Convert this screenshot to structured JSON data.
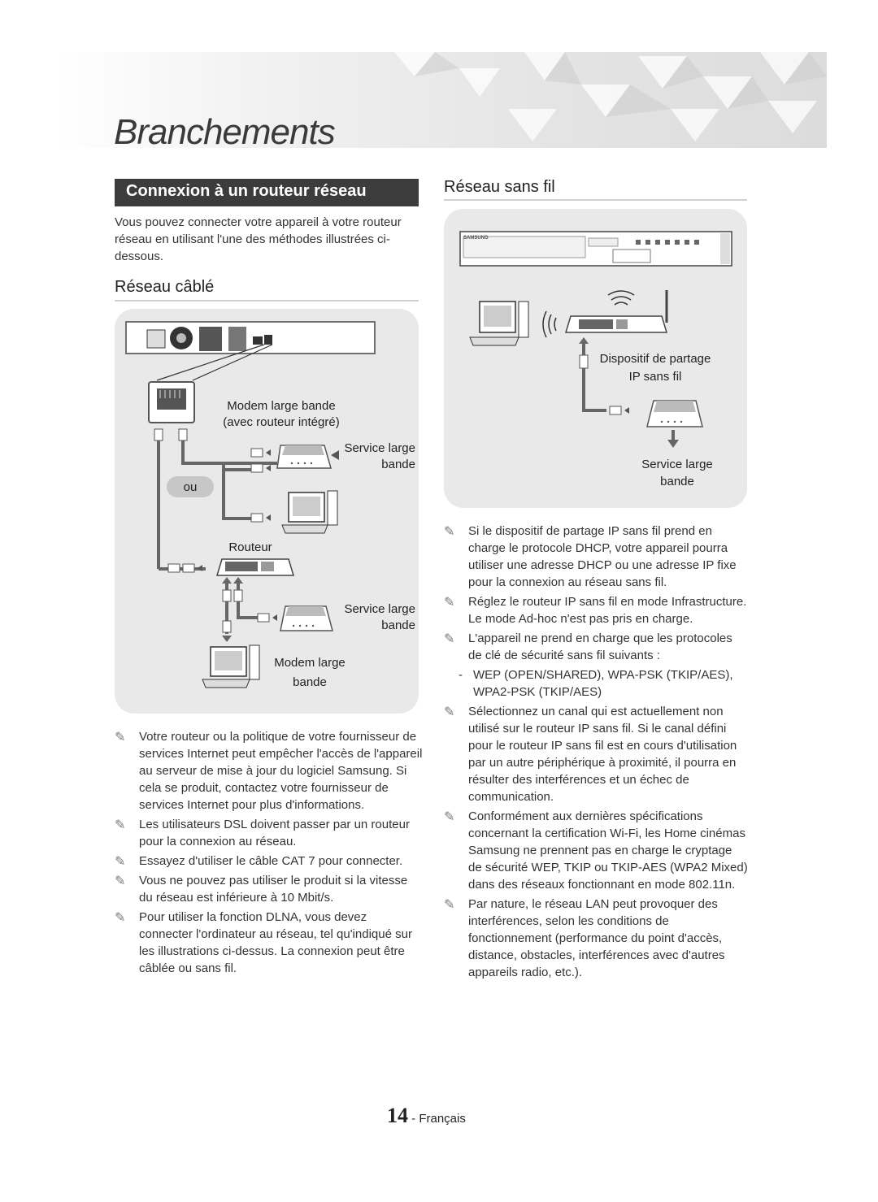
{
  "page": {
    "title": "Branchements",
    "page_number": "14",
    "language": "Français"
  },
  "left": {
    "section_heading": "Connexion à un routeur réseau",
    "intro": "Vous pouvez connecter votre appareil à votre routeur réseau en utilisant l'une des méthodes illustrées ci-dessous.",
    "wired_heading": "Réseau câblé",
    "diagram": {
      "modem_integrated": "Modem large bande (avec routeur intégré)",
      "service_top": "Service large bande",
      "or": "ou",
      "router": "Routeur",
      "service_bottom": "Service large bande",
      "modem": "Modem large bande"
    },
    "notes": [
      "Votre routeur ou la politique de votre fournisseur de services Internet peut empêcher l'accès de l'appareil au serveur de mise à jour du logiciel Samsung. Si cela se produit, contactez votre fournisseur de services Internet pour plus d'informations.",
      "Les utilisateurs DSL doivent passer par un routeur pour la connexion au réseau.",
      "Essayez d'utiliser le câble CAT 7 pour connecter.",
      "Vous ne pouvez pas utiliser le produit si la vitesse du réseau est inférieure à 10 Mbit/s.",
      "Pour utiliser la fonction DLNA, vous devez connecter l'ordinateur au réseau, tel qu'indiqué sur les illustrations ci-dessus. La connexion peut être câblée ou sans fil."
    ]
  },
  "right": {
    "wireless_heading": "Réseau sans fil",
    "diagram": {
      "device_brand": "SAMSUNG",
      "sharing_device": "Dispositif de partage IP sans fil",
      "service": "Service large bande"
    },
    "notes": [
      "Si le dispositif de partage IP sans fil prend en charge le protocole DHCP, votre appareil pourra utiliser une adresse DHCP ou une adresse IP fixe pour la connexion au réseau sans fil.",
      "Réglez le routeur IP sans fil en mode Infrastructure. Le mode Ad-hoc n'est pas pris en charge.",
      "L'appareil ne prend en charge que les protocoles de clé de sécurité sans fil suivants :",
      "Sélectionnez un canal qui est actuellement non utilisé sur le routeur IP sans fil. Si le canal défini pour le routeur IP sans fil est en cours d'utilisation par un autre périphérique à proximité, il pourra en résulter des interférences et un échec de communication.",
      "Conformément aux dernières spécifications concernant la certification Wi-Fi, les Home cinémas Samsung ne prennent pas en charge le cryptage de sécurité WEP, TKIP ou TKIP-AES (WPA2 Mixed) dans des réseaux fonctionnant en mode 802.11n.",
      "Par nature, le réseau LAN peut provoquer des interférences, selon les conditions de fonctionnement (performance du point d'accès, distance, obstacles, interférences avec d'autres appareils radio, etc.)."
    ],
    "subnote": "WEP (OPEN/SHARED), WPA-PSK (TKIP/AES), WPA2-PSK (TKIP/AES)"
  }
}
